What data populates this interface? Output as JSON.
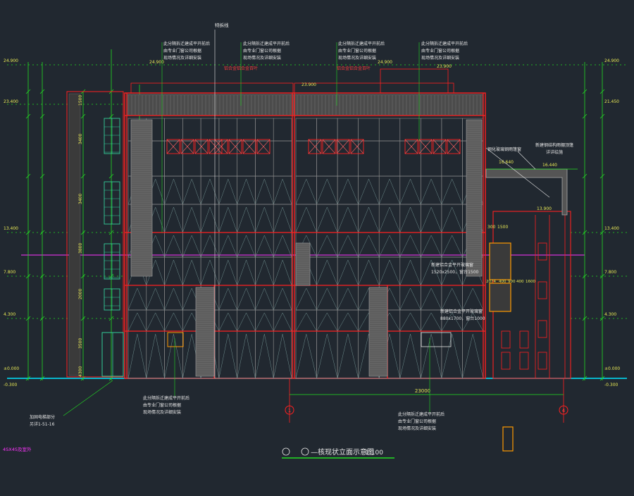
{
  "drawing": {
    "title": "—核现状立面示意图",
    "scale": "1:100",
    "axis_left": "1",
    "axis_right": "4"
  },
  "annotations": {
    "edge_line": "特拆线",
    "note_top_1": [
      "此分隔拆迁建成平开前后",
      "由专业门窗公司根据",
      "现场情况及详细安装"
    ],
    "note_top_2": [
      "此分隔拆迁建成平开前后",
      "由专业门窗公司根据",
      "现场情况及详细安装"
    ],
    "note_top_3": [
      "此分隔拆迁建成平开前后",
      "由专业门窗公司根据",
      "现场情况及详细安装"
    ],
    "note_top_4": [
      "此分隔拆迁建成平开前后",
      "由专业门窗公司根据",
      "现场情况及详细安装"
    ],
    "note_bottom_1": [
      "此分隔拆迁建成平开前后",
      "由专业门窗公司根据",
      "现场情况及详细安装"
    ],
    "note_bottom_2": [
      "此分隔拆迁建成平开前后",
      "由专业门窗公司根据",
      "现场情况及详细安装"
    ],
    "red_label_1": "铝合金铝合金百叶",
    "red_label_2": "铝合金铝合金百叶",
    "canopy_1": "钢化玻璃钢雨篷窗",
    "canopy_2": "新建钢结构雨棚顶篷",
    "canopy_3": "详详绘施",
    "new_window_1": "新建铝合金平开玻璃窗",
    "new_window_1_size": "1520x2500，窗台1500",
    "new_window_2": "新建铝合金平开玻璃窗",
    "new_window_2_size": "880x1700，窗台1000",
    "material_note": "加固电梯部分",
    "material_note_2": "另详1-51-16",
    "magenta_note": "4SX4S及室外",
    "dim_total": "23000",
    "sub_dims": [
      "300",
      "1500"
    ],
    "sub_dims_2": [
      "2074",
      "400",
      "900",
      "400",
      "1600"
    ]
  },
  "levels_left": [
    "24.900",
    "23.400",
    "13.400",
    "7.800",
    "4.300",
    "±0.000",
    "-0.300"
  ],
  "levels_right": [
    "24.900",
    "21.450",
    "13.400",
    "7.800",
    "4.300",
    "±0.000",
    "-0.300"
  ],
  "levels_mid": [
    "24.900",
    "23.900",
    "24.900",
    "23.900",
    "16.640",
    "16.440",
    "13.900"
  ],
  "dims_vertical_left": [
    "1500",
    "3400",
    "3400",
    "3800",
    "2000",
    "3500",
    "4300"
  ],
  "colors": {
    "background": "#212830",
    "wall": "#ff2020",
    "dim": "#22dd22",
    "text": "#e8e855",
    "glass": "#9a9a9a",
    "ground": "#00e5ff"
  }
}
